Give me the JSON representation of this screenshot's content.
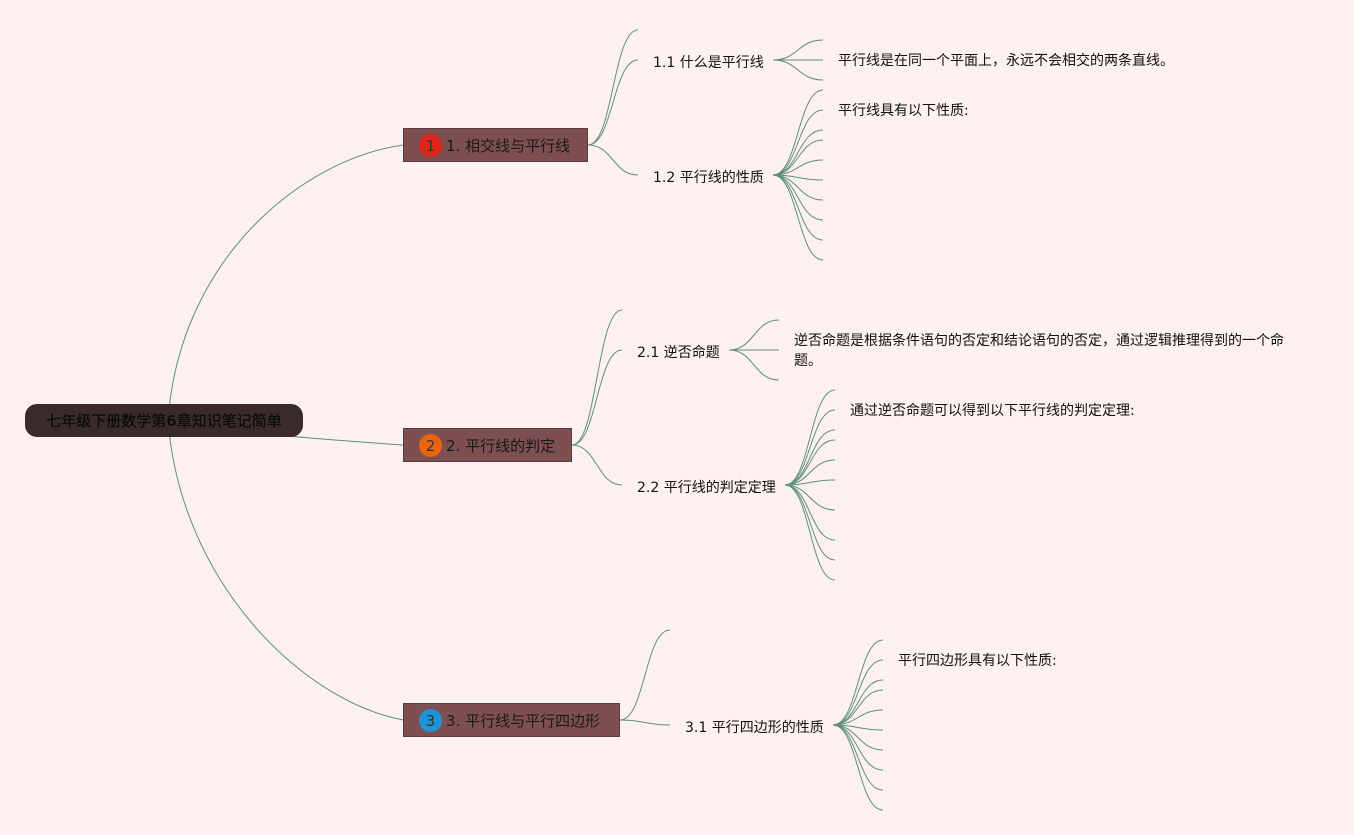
{
  "root": {
    "label": "七年级下册数学第6章知识笔记简单"
  },
  "branches": [
    {
      "badge": "1",
      "badge_color": "#e0261a",
      "label": "1. 相交线与平行线",
      "subs": [
        {
          "label": "1.1 什么是平行线",
          "leaves": [
            "平行线是在同一个平面上，永远不会相交的两条直线。"
          ]
        },
        {
          "label": "1.2 平行线的性质",
          "leaves": [
            "平行线具有以下性质:"
          ]
        }
      ]
    },
    {
      "badge": "2",
      "badge_color": "#e8650e",
      "label": "2. 平行线的判定",
      "subs": [
        {
          "label": "2.1 逆否命题",
          "leaves": [
            "逆否命题是根据条件语句的否定和结论语句的否定，通过逻辑推理得到的一个命题。"
          ]
        },
        {
          "label": "2.2 平行线的判定定理",
          "leaves": [
            "通过逆否命题可以得到以下平行线的判定定理:"
          ]
        }
      ]
    },
    {
      "badge": "3",
      "badge_color": "#1e93d6",
      "label": "3. 平行线与平行四边形",
      "subs": [
        {
          "label": "3.1 平行四边形的性质",
          "leaves": [
            "平行四边形具有以下性质:"
          ]
        }
      ]
    }
  ],
  "colors": {
    "edge": "#5e8f7d",
    "background": "#fdf0f0",
    "branch_fill": "#7e4f52",
    "root_fill": "#3b2a2a"
  }
}
